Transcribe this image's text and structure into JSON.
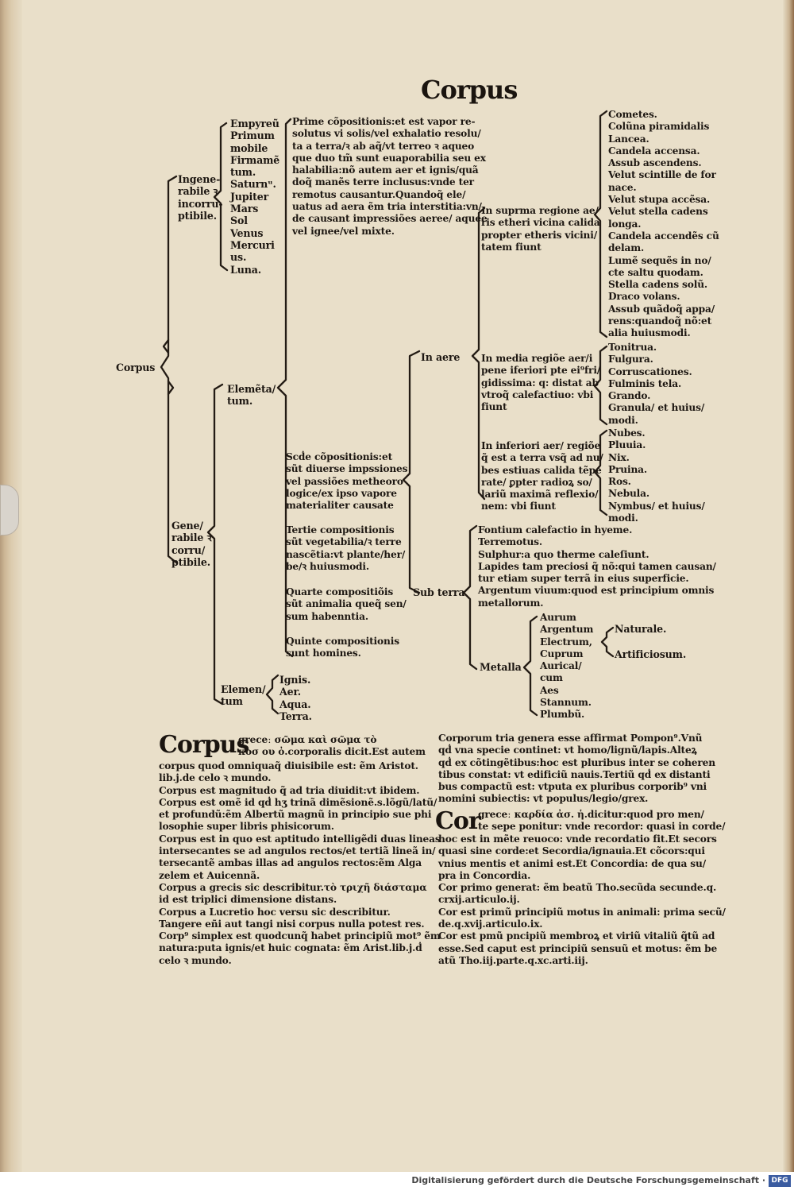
{
  "page": {
    "title": "Corpus"
  },
  "tree": {
    "root": "Corpus",
    "ingenerabile": "Ingene-\nrabile ꝛ\nincorru-\nptibile.",
    "heavens": "Empyreũ\nPrimum\nmobile\nFirmamẽ\ntum.\nSaturnᵘ.\nJupiter\nMars\nSol\nVenus\nMercuri\nus.\nLuna.",
    "prime": "Prime cõpositionis:et est vapor re-\nsolutus vi solis/vel exhalatio resolu/\nta a terra/ꝛ ab aq̃/vt terreo ꝛ aqueo\nque duo tm̃ sunt euaporabilia seu ex\nhalabilia:nõ autem aer et ignis/quã\ndoq̃ manẽs terre inclusus:vnde ter\nremotus causantur.Quandoq̃ ele/\nuatus ad aera ẽm tria interstitia:vn/\nde causant impressiões aeree/ aquee\nvel ignee/vel mixte.",
    "elementatum": "Elemẽta/\ntum.",
    "generabile": "Gene/\nrabile ꝛ\ncorru/\nptibile.",
    "secunde": "Scḋe cõpositionis:et\nsũt diuerse impssiones\nvel passiões metheoro\nlogice/ex ipso vapore\nmaterialiter causate",
    "tertie": "Tertie compositionis\nsũt vegetabilia/ꝛ terre\nnascẽtia:vt plante/her/\nbe/ꝛ huiusmodi.",
    "quarte": "Quarte compositiõis\nsũt animalia queq̃ sen/\nsum habenntia.",
    "quinte": "Quinte compositionis\nsunt homines.",
    "elementum": "Elemen/\ntum",
    "elements": "Ignis.\nAer.\nAqua.\nTerra.",
    "in_aere": "In aere",
    "suprema": "In suprma regione ae/\nris etheri vicina calida\npropter etheris vicini/\ntatem fiunt",
    "suprema_list": "Cometes.\nColũna piramidalis\nLancea.\nCandela accensa.\nAssub ascendens.\nVelut scintille de for\nnace.\nVelut stupa accẽsa.\nVelut stella cadens\nlonga.\nCandela accendẽs cũ\ndelam.\nLumẽ sequẽs in no/\ncte saltu quodam.\nStella cadens solũ.\nDraco volans.\nAssub quãdoq̃ appa/\nrens:quandoq̃ nõ:et\nalia huiusmodi.",
    "media": "In media regiõe aer/i\npene iferiori pte ei⁹fri/\ngidissima: q: distat ab\nvtroq̃ calefactiuo: vbi\nfiunt",
    "media_list": "Tonitrua.\nFulgura.\nCorruscationes.\nFulminis tela.\nGrando.\nGranula/ et huius/\nmodi.",
    "inferiori": "In inferiori aer/ regiõe\nq̃ est a terra vsq̃ ad nu/\nbes estiuas calida tẽpe\nrate/ ꝑpter radioꝝ so/\nlariũ maximã reflexio/\nnem: vbi fiunt",
    "inferiori_list": "Nubes.\nPluuia.\nNix.\nPruina.\nRos.\nNebula.\nNymbus/ et huius/\nmodi.",
    "sub_terra": "Sub terra",
    "sub_terra_list": "Fontium calefactio in hyeme.\nTerremotus.\nSulphur:a quo therme caleſiunt.\nLapides tam preciosi q̃ nõ:qui tamen causan/\ntur etiam super terrã in eius superficie.\nArgentum viuum:quod est principium omnis\nmetallorum.",
    "metalla": "Metalla",
    "metalla_list": "Aurum\nArgentum\nElectrum,\nCuprum\nAurical/\ncum\nAes\nStannum.\nPlumbũ.",
    "naturale": "Naturale.",
    "artificiosum": "Artificiosum."
  },
  "commentary": {
    "left_heading": "Corpus",
    "left_first": "greceː σῶμα καὶ σῶμα τὸ\nκοσ ου ὀ.corporalis dicit.Est autem",
    "left_body": "corpus quod omniquaq̃ diuisibile est: ẽm Aristot.\nlib.j.de celo ꝛ mundo.\nCorpus est magnitudo q̃ ad tria diuidit:vt ibidem.\nCorpus est omẽ id qḋ hʒ trinã dimẽsionẽ.s.lõgũ/latũ/\net profundũ:ẽm Albertũ magnũ in principio sue phi\nlosophie super libris phisicorum.\nCorpus est in quo est aptitudo intelligẽdi duas lineas\nintersecantes se ad angulos rectos/et tertiã lineã in/\ntersecantẽ ambas illas ad angulos rectos:ẽm Alga\nzelem et Auicennã.\nCorpus a grecis sic describitur.τὸ τριχῆ διάσταμα\nid est triplici dimensione distans.\nCorpus a Lucretio hoc versu sic describitur.\nTangere eñi aut tangi nisi corpus nulla potest res.\nCorp⁹ simplex est quodcunq̃ habet principiũ mot⁹ ẽm\nnatura:puta ignis/et huic cognata: ẽm Arist.lib.j.ḋ\ncelo ꝛ mundo.",
    "right_top": "Corporum tria genera esse affirmat Pompon⁹.Vnũ\nqḋ vna specie continet: vt homo/lignũ/lapis.Alteꝝ\nqḋ ex cõtingẽtibus:hoc est pluribus inter se coheren\ntibus constat: vt edificiũ nauis.Tertiũ qḋ ex distanti\nbus compactũ est: vtputa ex pluribus corporib⁹ vni\nnomini subiectis: vt populus/legio/grex.",
    "right_heading": "Cor",
    "right_first": "greceː καρδία ἀσ. ἡ.dicitur:quod pro men/\nte sepe ponitur: vnde recordor: quasi in corde/",
    "right_body": "hoc est in mẽte reuoco: vnde recordatio fit.Et secors\nquasi sine corde:et Secordia/ignauia.Et cõcors:qui\nvnius mentis et animi est.Et Concordia: de qua su/\npra in Concordia.\nCor primo generat: ẽm beatũ Tho.secũda secunde.q.\ncrxij.articulo.ij.\nCor est primũ principiũ motus in animali: prima secũ/\nde.q.xvij.articulo.ix.\nCor est pmũ pncipiũ membroꝝ et viriũ vitaliũ q̃tũ ad\nesse.Sed caput est principiũ sensuũ et motus: ẽm be\natũ Tho.iij.parte.q.xc.arti.iij."
  },
  "footer": {
    "text": "Digitalisierung gefördert durch die Deutsche Forschungsgemeinschaft ·",
    "logo": "DFG"
  }
}
